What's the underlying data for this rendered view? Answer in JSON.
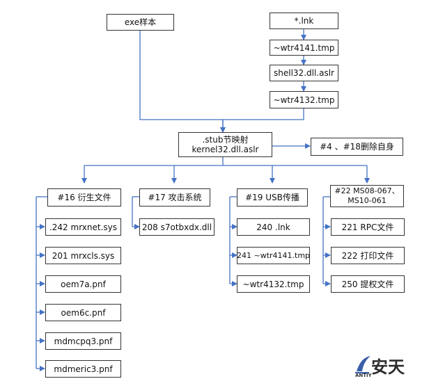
{
  "colors": {
    "line": "#4472c4",
    "border": "#333333"
  },
  "nodes": {
    "exe_sample": "exe样本",
    "lnk": "*.lnk",
    "wtr4141": "~wtr4141.tmp",
    "shell32": "shell32.dll.aslr",
    "wtr4132": "~wtr4132.tmp",
    "stub_line1": ".stub节映射",
    "stub_line2": "kernel32.dll.aslr",
    "delete_self": "#4 、#18删除自身",
    "n16": "#16 衍生文件",
    "n17": "#17 攻击系统",
    "n19": "#19 USB传播",
    "n22_line1": "#22 MS08-067、",
    "n22_line2": "MS10-061",
    "f242": ".242 mrxnet.sys",
    "f201": "201 mrxcls.sys",
    "oem7a": "oem7a.pnf",
    "oem6c": "oem6c.pnf",
    "mdmcpq3": "mdmcpq3.pnf",
    "mdmeric3": "mdmeric3.pnf",
    "s7otbxdx": "208 s7otbxdx.dll",
    "u240": "240 .lnk",
    "u241": "241 ~wtr4141.tmp",
    "uwtr4132": "~wtr4132.tmp",
    "r221": "221 RPC文件",
    "r222": "222 打印文件",
    "r250": "250 提权文件"
  },
  "logo": {
    "text": "安天",
    "sub": "ANTIY"
  }
}
